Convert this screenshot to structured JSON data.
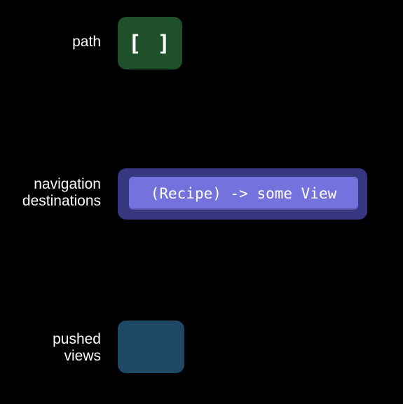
{
  "rows": {
    "path": {
      "label_lines": [
        "path"
      ],
      "value": "[ ]"
    },
    "navigation_destinations": {
      "label_lines": [
        "navigation",
        "destinations"
      ],
      "destination": "(Recipe) -> some View"
    },
    "pushed_views": {
      "label_lines": [
        "pushed",
        "views"
      ]
    }
  },
  "colors": {
    "background": "#000000",
    "path_box": "#1e5029",
    "nav_container": "#373880",
    "nav_pill": "#7472dd",
    "pushed_box": "#1f4766",
    "text": "#ffffff"
  }
}
